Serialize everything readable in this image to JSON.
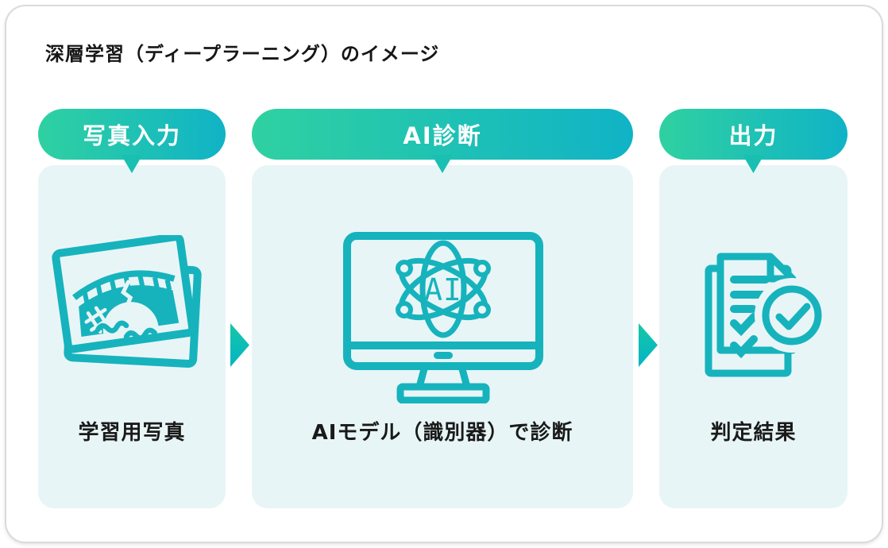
{
  "title": "深層学習（ディープラーニング）のイメージ",
  "steps": [
    {
      "badge": "写真入力",
      "label": "学習用写真",
      "icon": "stacked-photos-icon"
    },
    {
      "badge": "AI診断",
      "label": "AIモデル（識別器）で診断",
      "icon": "ai-atom-monitor-icon"
    },
    {
      "badge": "出力",
      "label": "判定結果",
      "icon": "checklist-check-icon"
    }
  ],
  "monitor_screen_text": "AI",
  "colors": {
    "badge_gradient_start": "#2fd1a1",
    "badge_gradient_end": "#10b3c6",
    "badge_tail": "#19c0b1",
    "icon_stroke": "#16b3bd",
    "panel_background": "#e8f5f7",
    "arrow_gradient_top": "#16c7a6",
    "arrow_gradient_bottom": "#04b4c6",
    "card_background": "#ffffff",
    "text_color": "#1a1a1a"
  }
}
